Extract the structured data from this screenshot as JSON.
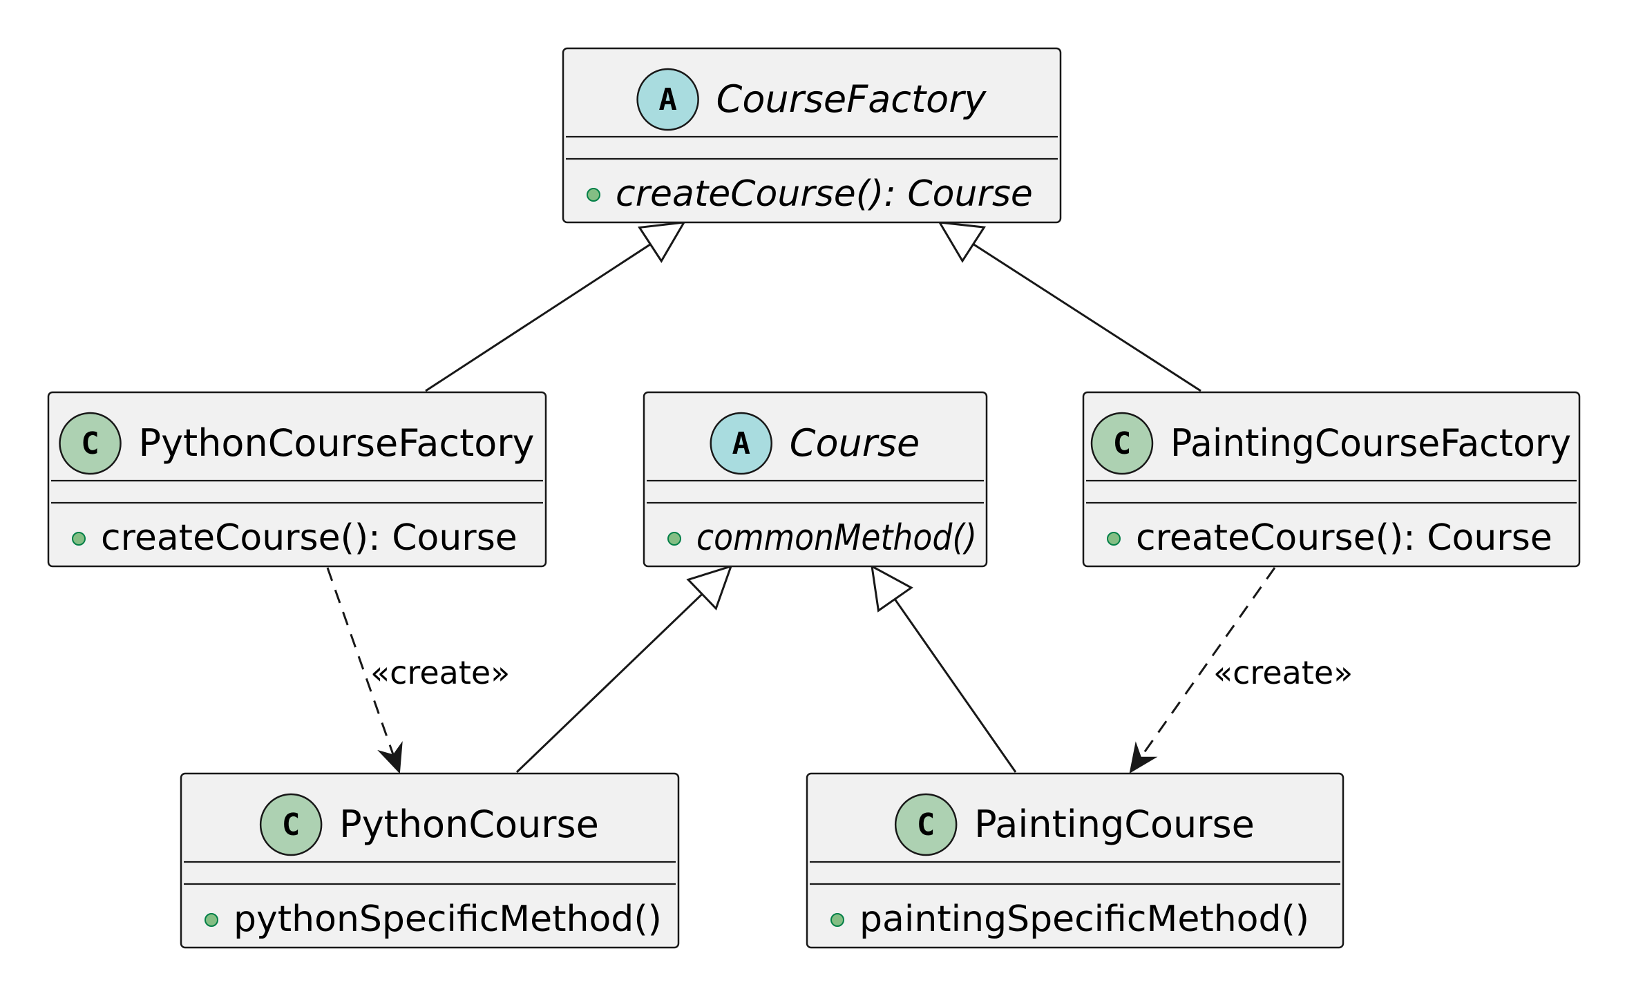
{
  "diagram": {
    "colors": {
      "box_fill": "#f1f1f1",
      "border": "#181818",
      "abstract_badge": "#a9dcdf",
      "class_badge": "#add1b2",
      "visibility_public": "#84be84"
    },
    "classes": [
      {
        "id": "CourseFactory",
        "name": "CourseFactory",
        "kind": "abstract",
        "badge": "A",
        "badge_icon": "abstract-class-icon",
        "members": [
          {
            "visibility": "+",
            "text": "createCourse(): Course",
            "abstract": true
          }
        ]
      },
      {
        "id": "PythonCourseFactory",
        "name": "PythonCourseFactory",
        "kind": "class",
        "badge": "C",
        "badge_icon": "class-icon",
        "members": [
          {
            "visibility": "+",
            "text": "createCourse(): Course",
            "abstract": false
          }
        ]
      },
      {
        "id": "Course",
        "name": "Course",
        "kind": "abstract",
        "badge": "A",
        "badge_icon": "abstract-class-icon",
        "members": [
          {
            "visibility": "+",
            "text": "commonMethod()",
            "abstract": true
          }
        ]
      },
      {
        "id": "PaintingCourseFactory",
        "name": "PaintingCourseFactory",
        "kind": "class",
        "badge": "C",
        "badge_icon": "class-icon",
        "members": [
          {
            "visibility": "+",
            "text": "createCourse(): Course",
            "abstract": false
          }
        ]
      },
      {
        "id": "PythonCourse",
        "name": "PythonCourse",
        "kind": "class",
        "badge": "C",
        "badge_icon": "class-icon",
        "members": [
          {
            "visibility": "+",
            "text": "pythonSpecificMethod()",
            "abstract": false
          }
        ]
      },
      {
        "id": "PaintingCourse",
        "name": "PaintingCourse",
        "kind": "class",
        "badge": "C",
        "badge_icon": "class-icon",
        "members": [
          {
            "visibility": "+",
            "text": "paintingSpecificMethod()",
            "abstract": false
          }
        ]
      }
    ],
    "relations": [
      {
        "from": "PythonCourseFactory",
        "to": "CourseFactory",
        "type": "inheritance",
        "label": ""
      },
      {
        "from": "PaintingCourseFactory",
        "to": "CourseFactory",
        "type": "inheritance",
        "label": ""
      },
      {
        "from": "PythonCourse",
        "to": "Course",
        "type": "inheritance",
        "label": ""
      },
      {
        "from": "PaintingCourse",
        "to": "Course",
        "type": "inheritance",
        "label": ""
      },
      {
        "from": "PythonCourseFactory",
        "to": "PythonCourse",
        "type": "dependency",
        "label": "«create»"
      },
      {
        "from": "PaintingCourseFactory",
        "to": "PaintingCourse",
        "type": "dependency",
        "label": "«create»"
      }
    ]
  }
}
